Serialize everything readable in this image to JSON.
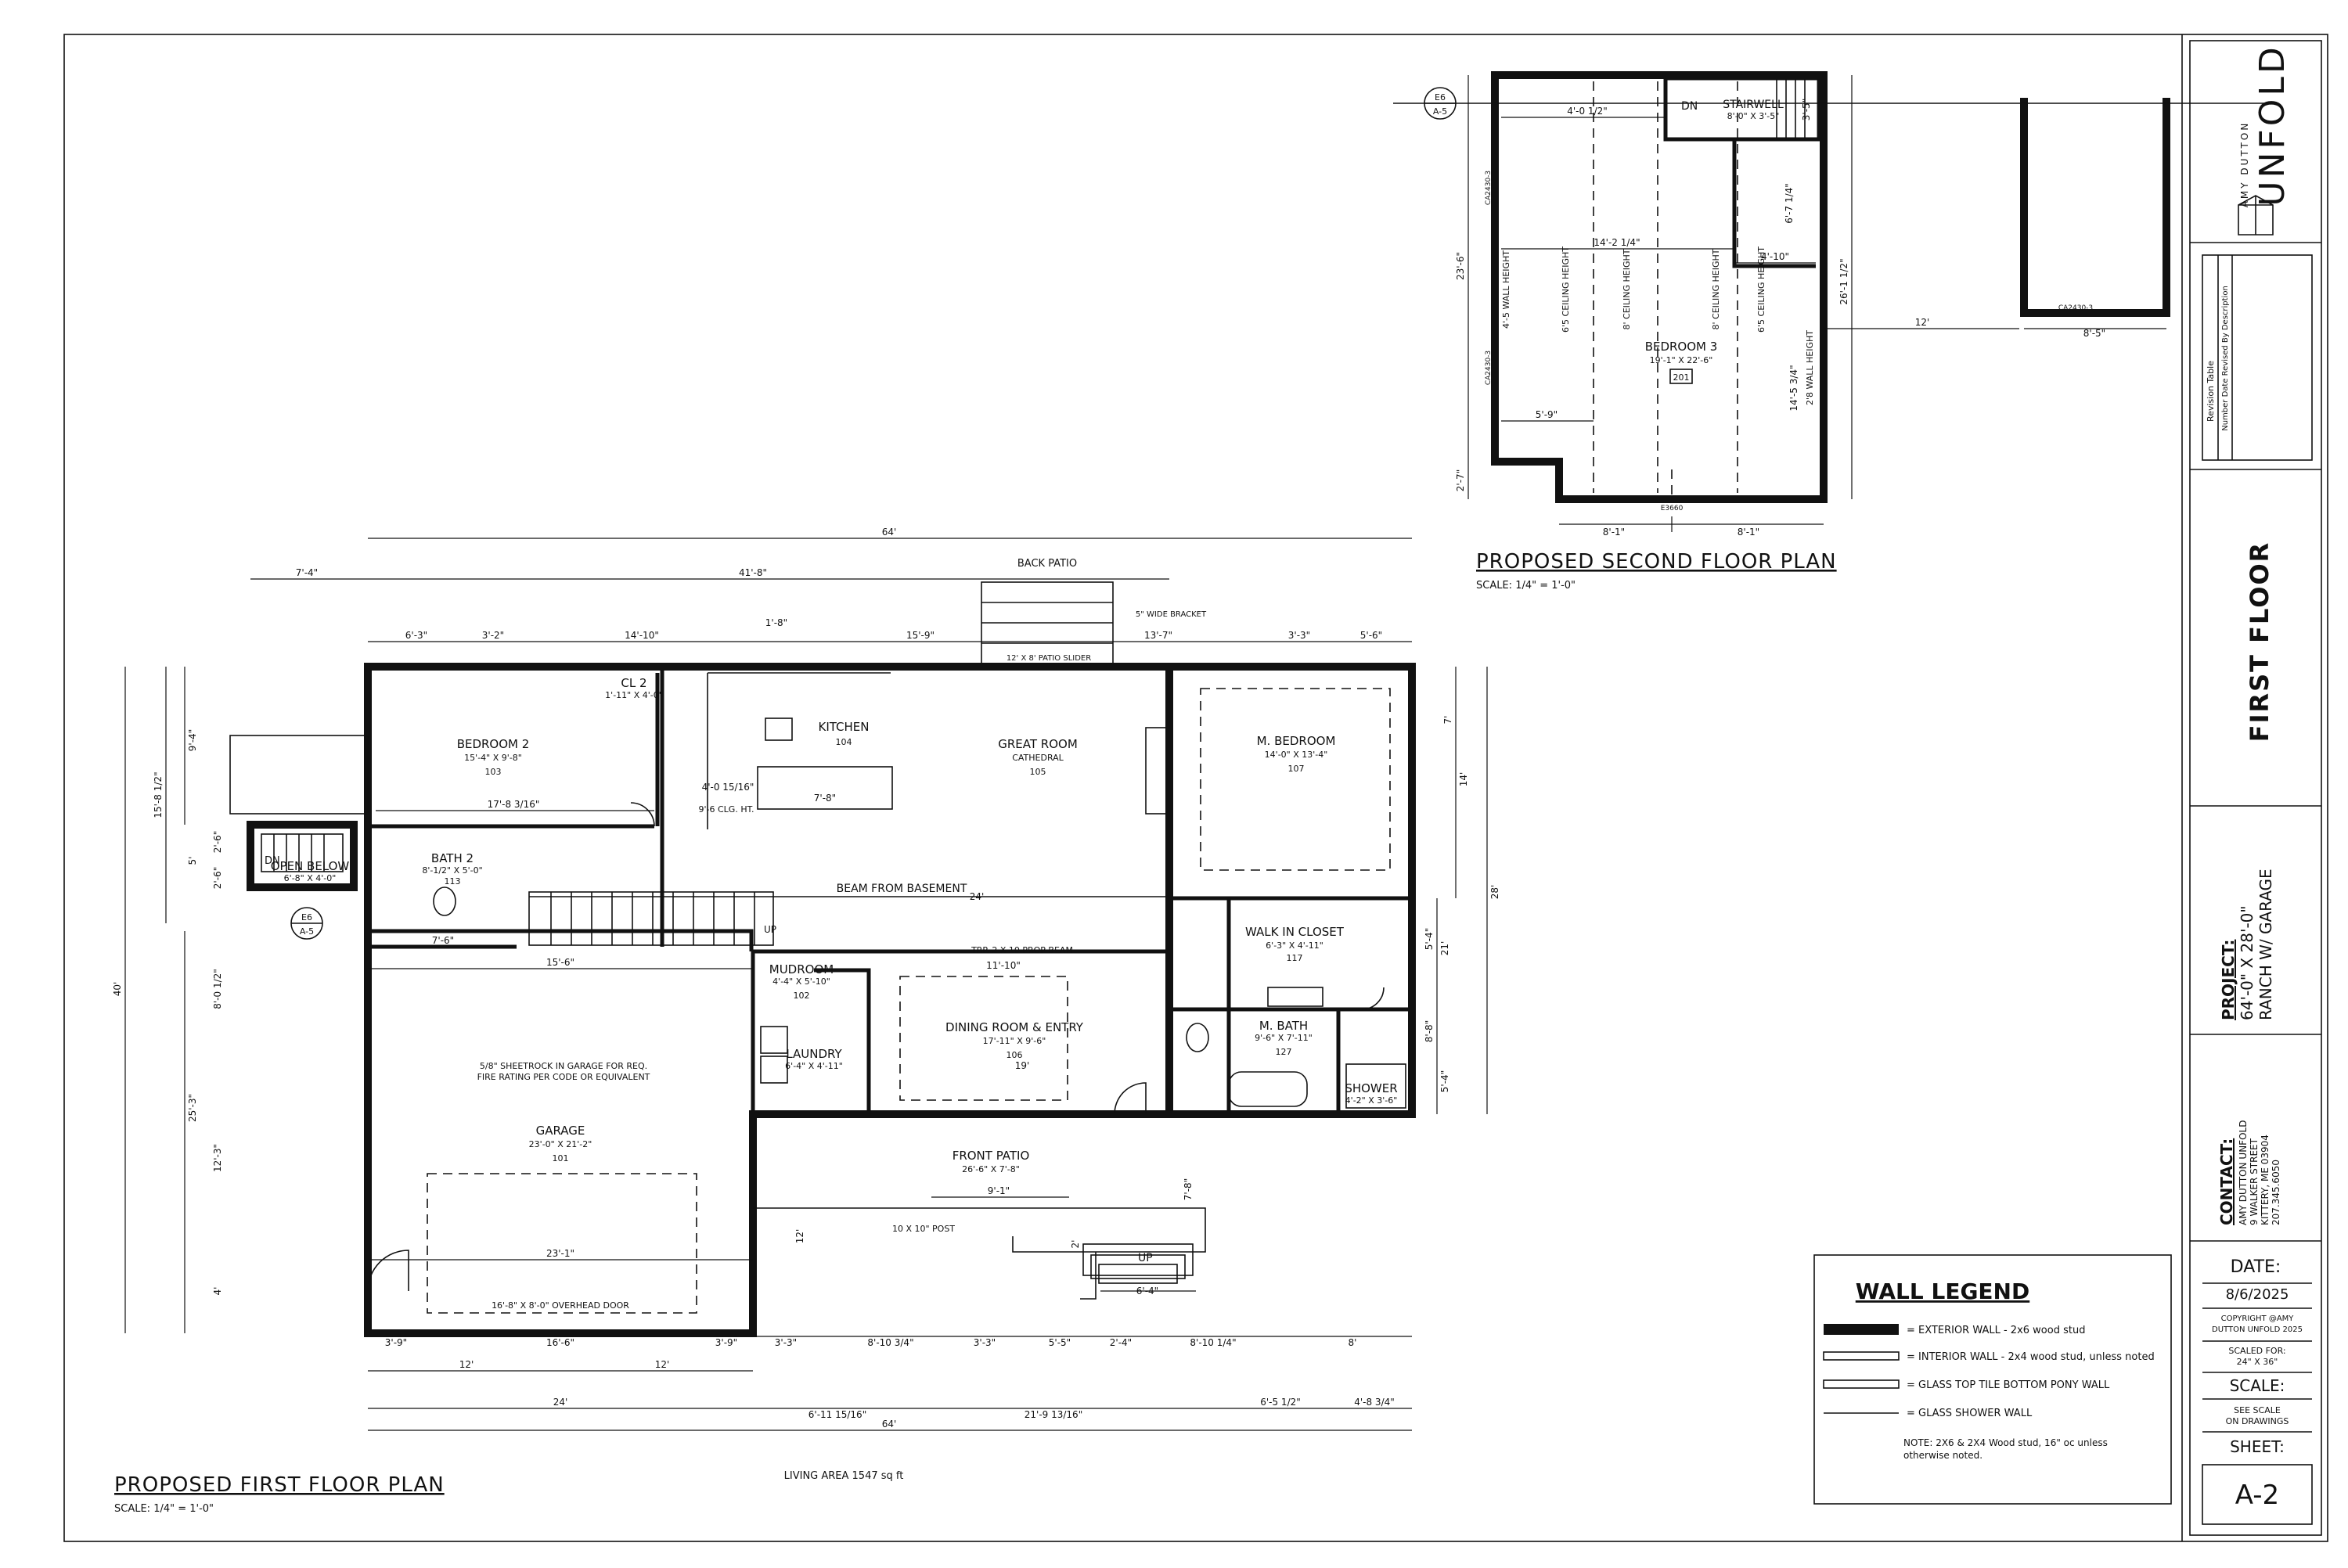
{
  "first_floor": {
    "title": "PROPOSED FIRST FLOOR PLAN",
    "scale": "SCALE: 1/4\" = 1'-0\"",
    "living_area": "LIVING AREA 1547 sq ft",
    "rooms": {
      "bedroom2": {
        "name": "BEDROOM 2",
        "size": "15'-4\" X 9'-8\"",
        "num": "103"
      },
      "cl2": {
        "name": "CL 2",
        "size": "1'-11\" X 4'-0\""
      },
      "bath2": {
        "name": "BATH 2",
        "size": "8'-1/2\" X 5'-0\"",
        "num": "113"
      },
      "kitchen": {
        "name": "KITCHEN",
        "num": "104"
      },
      "great_room": {
        "name": "GREAT ROOM",
        "sub": "CATHEDRAL",
        "num": "105"
      },
      "mbedroom": {
        "name": "M. BEDROOM",
        "size": "14'-0\" X 13'-4\"",
        "num": "107"
      },
      "walkin": {
        "name": "WALK IN CLOSET",
        "size": "6'-3\" X 4'-11\"",
        "num": "117"
      },
      "mbath": {
        "name": "M. BATH",
        "size": "9'-6\" X 7'-11\"",
        "num": "127"
      },
      "shower": {
        "name": "SHOWER",
        "size": "4'-2\" X 3'-6\""
      },
      "mudroom": {
        "name": "MUDROOM",
        "size": "4'-4\" X 5'-10\"",
        "num": "102"
      },
      "laundry": {
        "name": "LAUNDRY",
        "size": "6'-4\" X 4'-11\""
      },
      "dining": {
        "name": "DINING ROOM & ENTRY",
        "size": "17'-11\" X 9'-6\"",
        "num": "106"
      },
      "garage": {
        "name": "GARAGE",
        "size": "23'-0\" X 21'-2\"",
        "num": "101"
      },
      "open_below": {
        "name": "OPEN BELOW",
        "size": "6'-8\" X 4'-0\""
      }
    },
    "notes": {
      "back_patio": "BACK PATIO",
      "front_patio": "FRONT PATIO",
      "front_patio_size": "26'-6\" X 7'-8\"",
      "beam": "BEAM FROM BASEMENT",
      "trip_beam": "TRP. 2 X 10 PROP BEAM",
      "sheetrock": "5/8\" SHEETROCK IN GARAGE FOR REQ. FIRE RATING PER CODE OR EQUIVALENT",
      "overhead": "16'-8\" X 8'-0\" OVERHEAD DOOR",
      "post": "10 X 10\" POST",
      "ceiling": "9'-6 CLG. HT.",
      "patio_slider": "12' X 8' PATIO SLIDER",
      "bracket": "5\" WIDE BRACKET",
      "dn": "DN",
      "up": "UP",
      "section_tag": "E6",
      "section_sheet": "A-5"
    },
    "dims": {
      "overall": "64'",
      "top_41": "41'-8\"",
      "top_7_4": "7'-4\"",
      "t1": "6'-3\"",
      "t2": "3'-2\"",
      "t3": "14'-10\"",
      "t4": "1'-8\"",
      "t5": "15'-9\"",
      "t6": "13'-7\"",
      "t7": "3'-3\"",
      "t8": "5'-6\"",
      "b1": "3'-9\"",
      "b2": "16'-6\"",
      "b3": "3'-9\"",
      "b4": "3'-3\"",
      "b5": "8'-10 3/4\"",
      "b6": "3'-3\"",
      "b7": "5'-5\"",
      "b8": "2'-4\"",
      "b9": "8'-10 1/4\"",
      "b10": "8'",
      "c1": "12'",
      "c2": "12'",
      "d1": "24'",
      "d2": "6'-11 15/16\"",
      "d3": "21'-9 13/16\"",
      "d4": "6'-5 1/2\"",
      "d5": "4'-8 3/4\"",
      "left_40": "40'",
      "left_15": "15'-8 1/2\"",
      "left_9_4": "9'-4\"",
      "left_5": "5'",
      "left_25": "25'-3\"",
      "left_8": "8'-0 1/2\"",
      "left_12": "12'-3\"",
      "left_4": "4'",
      "left_2_6a": "2'-6\"",
      "left_2_6b": "2'-6\"",
      "right_28": "28'",
      "right_14": "14'",
      "right_7": "7'",
      "right_21": "21'",
      "right_5_4a": "5'-4\"",
      "right_8_8": "8'-8\"",
      "right_5_4b": "5'-4\"",
      "gar_15_6": "15'-6\"",
      "gar_7_6": "7'-6\"",
      "gar_23_1": "23'-1\"",
      "gar_24": "24'",
      "kit_7_8": "7'-8\"",
      "kit_4_0": "4'-0 15/16\"",
      "bed2_w": "17'-8 3/16\"",
      "dining_11_10": "11'-10\"",
      "dining_19": "19'",
      "patio_9_1": "9'-1\"",
      "patio_6_4": "6'-4\"",
      "patio_7_8": "7'-8\"",
      "patio_12": "12'",
      "patio_2": "2'"
    }
  },
  "second_floor": {
    "title": "PROPOSED SECOND FLOOR PLAN",
    "scale": "SCALE: 1/4\" = 1'-0\"",
    "bedroom": {
      "name": "BEDROOM 3",
      "size": "19'-1\" X 22'-6\"",
      "num": "201"
    },
    "stairwell": {
      "name": "STAIRWELL",
      "size": "8'-0\" X 3'-5\""
    },
    "dims": {
      "d1": "4'-0 1/2\"",
      "d2": "14'-2 1/4\"",
      "d3": "6'-7 1/4\"",
      "d4": "4'-10\"",
      "d5": "14'-5 3/4\"",
      "d6": "5'-9\"",
      "d7": "8'-1\"",
      "d8": "8'-1\"",
      "d9": "23'-6\"",
      "d10": "2'-7\"",
      "d11": "26'-1 1/2\"",
      "d12": "12'",
      "d13": "8'-5\"",
      "d14": "3'-5\""
    },
    "ceiling_notes": [
      "6'5 CEILING HEIGHT",
      "8' CEILING HEIGHT",
      "8' CEILING HEIGHT",
      "6'5 CEILING HEIGHT",
      "4'-5 WALL HEIGHT",
      "2'8 WALL HEIGHT"
    ],
    "window_tags": [
      "CA2430-3",
      "CA2430-3",
      "CA2430-3",
      "E3660"
    ]
  },
  "legend": {
    "title": "WALL LEGEND",
    "items": [
      "= EXTERIOR WALL - 2x6 wood stud",
      "= INTERIOR WALL - 2x4 wood stud, unless noted",
      "= GLASS TOP TILE BOTTOM PONY WALL",
      "= GLASS SHOWER WALL"
    ],
    "note": "NOTE: 2X6 & 2X4 Wood stud, 16\" oc unless otherwise noted."
  },
  "title_block": {
    "brand_small": "AMY DUTTON",
    "brand_large": "UNFOLD",
    "revision_title": "Revision Table",
    "revision_header": "Number Date Revised By Description",
    "sheet_title": "FIRST FLOOR",
    "project_label": "PROJECT:",
    "project_line1": "64'-0\" X 28'-0\"",
    "project_line2": "RANCH W/ GARAGE",
    "contact_label": "CONTACT:",
    "contact_lines": [
      "AMY DUTTON UNFOLD",
      "9 WALKER STREET",
      "KITTERY, ME 03904",
      "207.345.6050"
    ],
    "date_label": "DATE:",
    "date_value": "8/6/2025",
    "copyright": "COPYRIGHT @AMY DUTTON UNFOLD 2025",
    "scaled_for": "SCALED FOR: 24\" X 36\"",
    "scale_label": "SCALE:",
    "scale_value": "SEE SCALE ON DRAWINGS",
    "sheet_label": "SHEET:",
    "sheet_value": "A-2"
  }
}
